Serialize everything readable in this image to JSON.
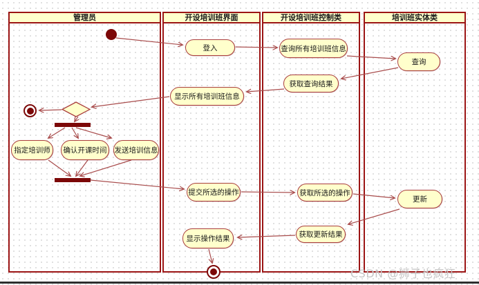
{
  "lanes": [
    {
      "label": "管理员"
    },
    {
      "label": "开设培训班界面"
    },
    {
      "label": "开设培训班控制类"
    },
    {
      "label": "培训班实体类"
    }
  ],
  "nodes": {
    "login": {
      "label": "登入"
    },
    "show_all_info": {
      "label": "显示所有培训班信息"
    },
    "submit_selected": {
      "label": "提交所选的操作"
    },
    "show_op_result": {
      "label": "显示操作结果"
    },
    "query_all_info": {
      "label": "查询所有培训班信息"
    },
    "get_query_result": {
      "label": "获取查询结果"
    },
    "get_selected_op": {
      "label": "获取所选的操作"
    },
    "get_update_result": {
      "label": "获取更新结果"
    },
    "query": {
      "label": "查询"
    },
    "update": {
      "label": "更新"
    },
    "assign_trainer": {
      "label": "指定培训师"
    },
    "confirm_time": {
      "label": "确认开课时间"
    },
    "send_training_info": {
      "label": "发送培训信息"
    }
  },
  "watermark": "CSDN @狮子也疯狂",
  "colors": {
    "lane_border": "#9b1414",
    "node_border": "#a93c3c",
    "node_fill": "#ffffcc",
    "arrow": "#a84b4b",
    "bar": "#7c0808",
    "terminal": "#7c0808",
    "grid_dot": "#d6d6d6",
    "watermark": "#c6c6c6"
  }
}
